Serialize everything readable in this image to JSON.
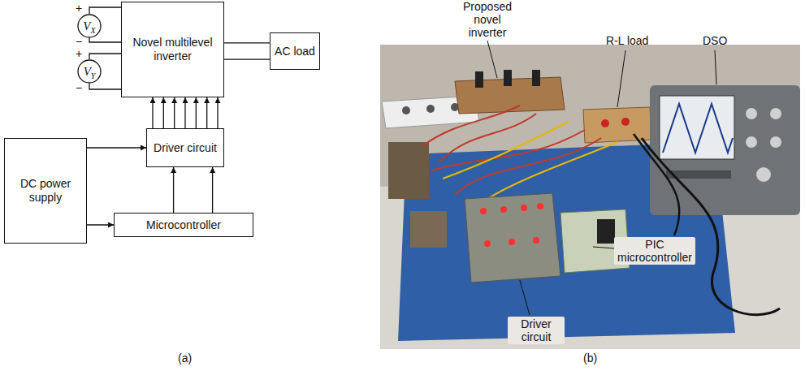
{
  "diagram": {
    "nodes": [
      {
        "text": [
          "V",
          "X"
        ]
      },
      {
        "text": [
          "V",
          "Y"
        ]
      },
      {
        "text": [
          "Novel multilevel inverter"
        ]
      },
      {
        "text": [
          "AC load"
        ]
      },
      {
        "text": [
          "Driver circuit"
        ]
      },
      {
        "text": [
          "DC power supply"
        ]
      },
      {
        "text": [
          "Microcontroller"
        ]
      }
    ],
    "edges": [
      {
        "from": 0,
        "to": 2,
        "arrow": "none"
      },
      {
        "from": 1,
        "to": 2,
        "arrow": "none"
      },
      {
        "from": 2,
        "to": 3,
        "arrow": "none"
      },
      {
        "from": 4,
        "to": 2,
        "arrow": "to"
      },
      {
        "from": 5,
        "to": 4,
        "arrow": "to"
      },
      {
        "from": 5,
        "to": 6,
        "arrow": "to"
      },
      {
        "from": 6,
        "to": 4,
        "arrow": "to"
      }
    ],
    "labels": [
      "+",
      "−",
      "+",
      "−",
      "(a)",
      "Proposed novel inverter",
      "R-L load",
      "DSO",
      "PIC microcontroller",
      "Driver circuit",
      "(b)"
    ]
  }
}
